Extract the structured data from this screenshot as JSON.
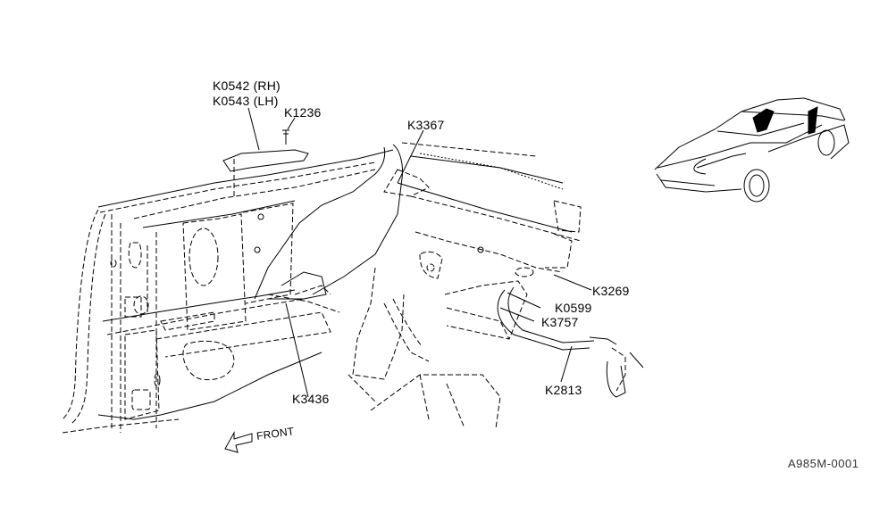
{
  "diagram": {
    "type": "exploded-parts-illustration",
    "subject": "Convertible rear quarter interior trim / body parts",
    "colors": {
      "line": "#000000",
      "background": "#ffffff"
    },
    "callouts": [
      {
        "id": "k0542",
        "label": "K0542 (RH)"
      },
      {
        "id": "k0543",
        "label": "K0543 (LH)"
      },
      {
        "id": "k1236",
        "label": "K1236"
      },
      {
        "id": "k3367",
        "label": "K3367"
      },
      {
        "id": "k3269",
        "label": "K3269"
      },
      {
        "id": "k0599",
        "label": "K0599"
      },
      {
        "id": "k3757",
        "label": "K3757"
      },
      {
        "id": "k2813",
        "label": "K2813"
      },
      {
        "id": "k3436",
        "label": "K3436"
      }
    ],
    "direction_indicator": {
      "label": "FRONT",
      "icon": "arrow-left-icon"
    },
    "reference_code": "A985M-0001",
    "inset": {
      "description": "Convertible car overview with highlighted area",
      "icon": "car-icon"
    }
  }
}
